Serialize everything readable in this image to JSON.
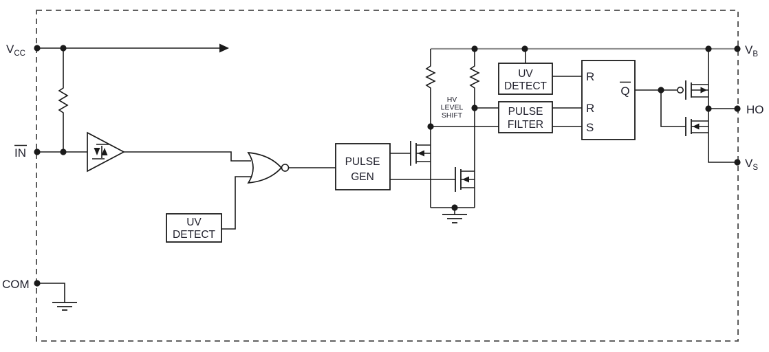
{
  "pins": {
    "vcc": {
      "main": "V",
      "sub": "CC"
    },
    "in": {
      "main": "IN"
    },
    "com": {
      "main": "COM"
    },
    "vb": {
      "main": "V",
      "sub": "B"
    },
    "ho": {
      "main": "HO"
    },
    "vs": {
      "main": "V",
      "sub": "S"
    }
  },
  "blocks": {
    "uv_detect_input": {
      "line1": "UV",
      "line2": "DETECT"
    },
    "pulse_gen": {
      "line1": "PULSE",
      "line2": "GEN"
    },
    "hv_level_shift": {
      "line1": "HV",
      "line2": "LEVEL",
      "line3": "SHIFT"
    },
    "uv_detect_floating": {
      "line1": "UV",
      "line2": "DETECT"
    },
    "pulse_filter": {
      "line1": "PULSE",
      "line2": "FILTER"
    },
    "latch": {
      "in1": "R",
      "in2": "R",
      "in3": "S",
      "out": "Q"
    }
  },
  "colors": {
    "wire": "#1a1a1a",
    "rail": "#8f8f8f",
    "text": "#20202c",
    "border": "#4a4a4a",
    "bg": "#ffffff",
    "boxfill": "#ffffff"
  }
}
